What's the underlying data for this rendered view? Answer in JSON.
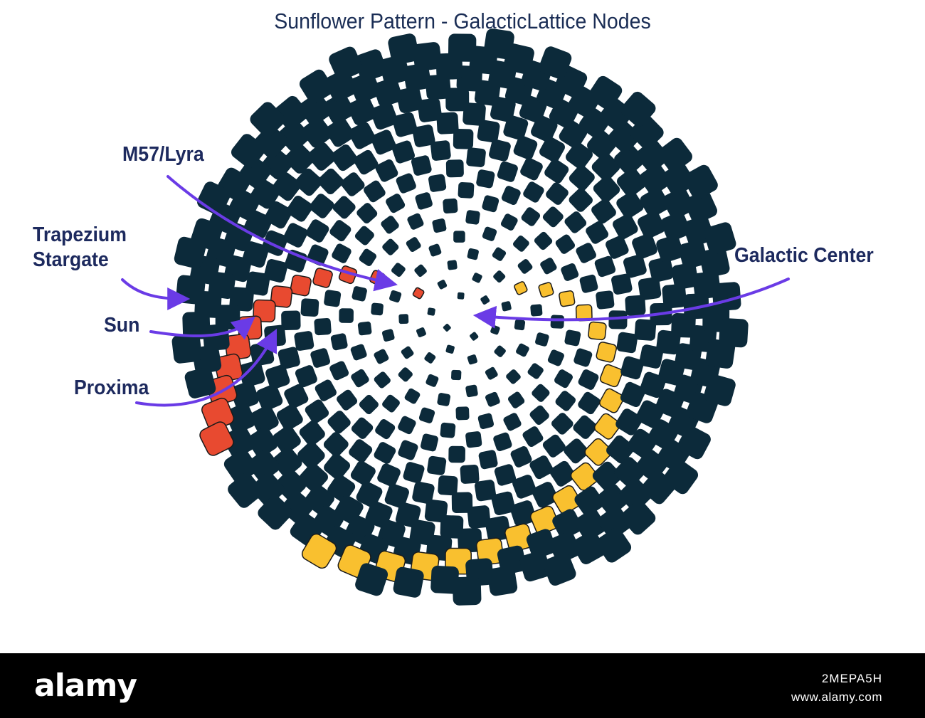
{
  "diagram": {
    "title": "Sunflower Pattern - GalacticLattice Nodes",
    "pattern": "phyllotaxis-golden-angle-spiral",
    "colors": {
      "node_default": "#0c2a3a",
      "node_yellow_spiral": "#f9c02f",
      "node_red_spiral": "#e84a30",
      "arrow": "#6a3be6",
      "label_text": "#1d2a5e",
      "title_text": "#1a2d55"
    },
    "annotations": [
      {
        "id": "m57-lyra",
        "label": "M57/Lyra"
      },
      {
        "id": "trapezium-stargate",
        "label": "Trapezium\nStargate"
      },
      {
        "id": "sun",
        "label": "Sun"
      },
      {
        "id": "proxima",
        "label": "Proxima"
      },
      {
        "id": "galactic-center",
        "label": "Galactic Center"
      }
    ]
  },
  "footer": {
    "brand": "alamy",
    "image_id": "2MEPA5H",
    "site": "www.alamy.com"
  }
}
